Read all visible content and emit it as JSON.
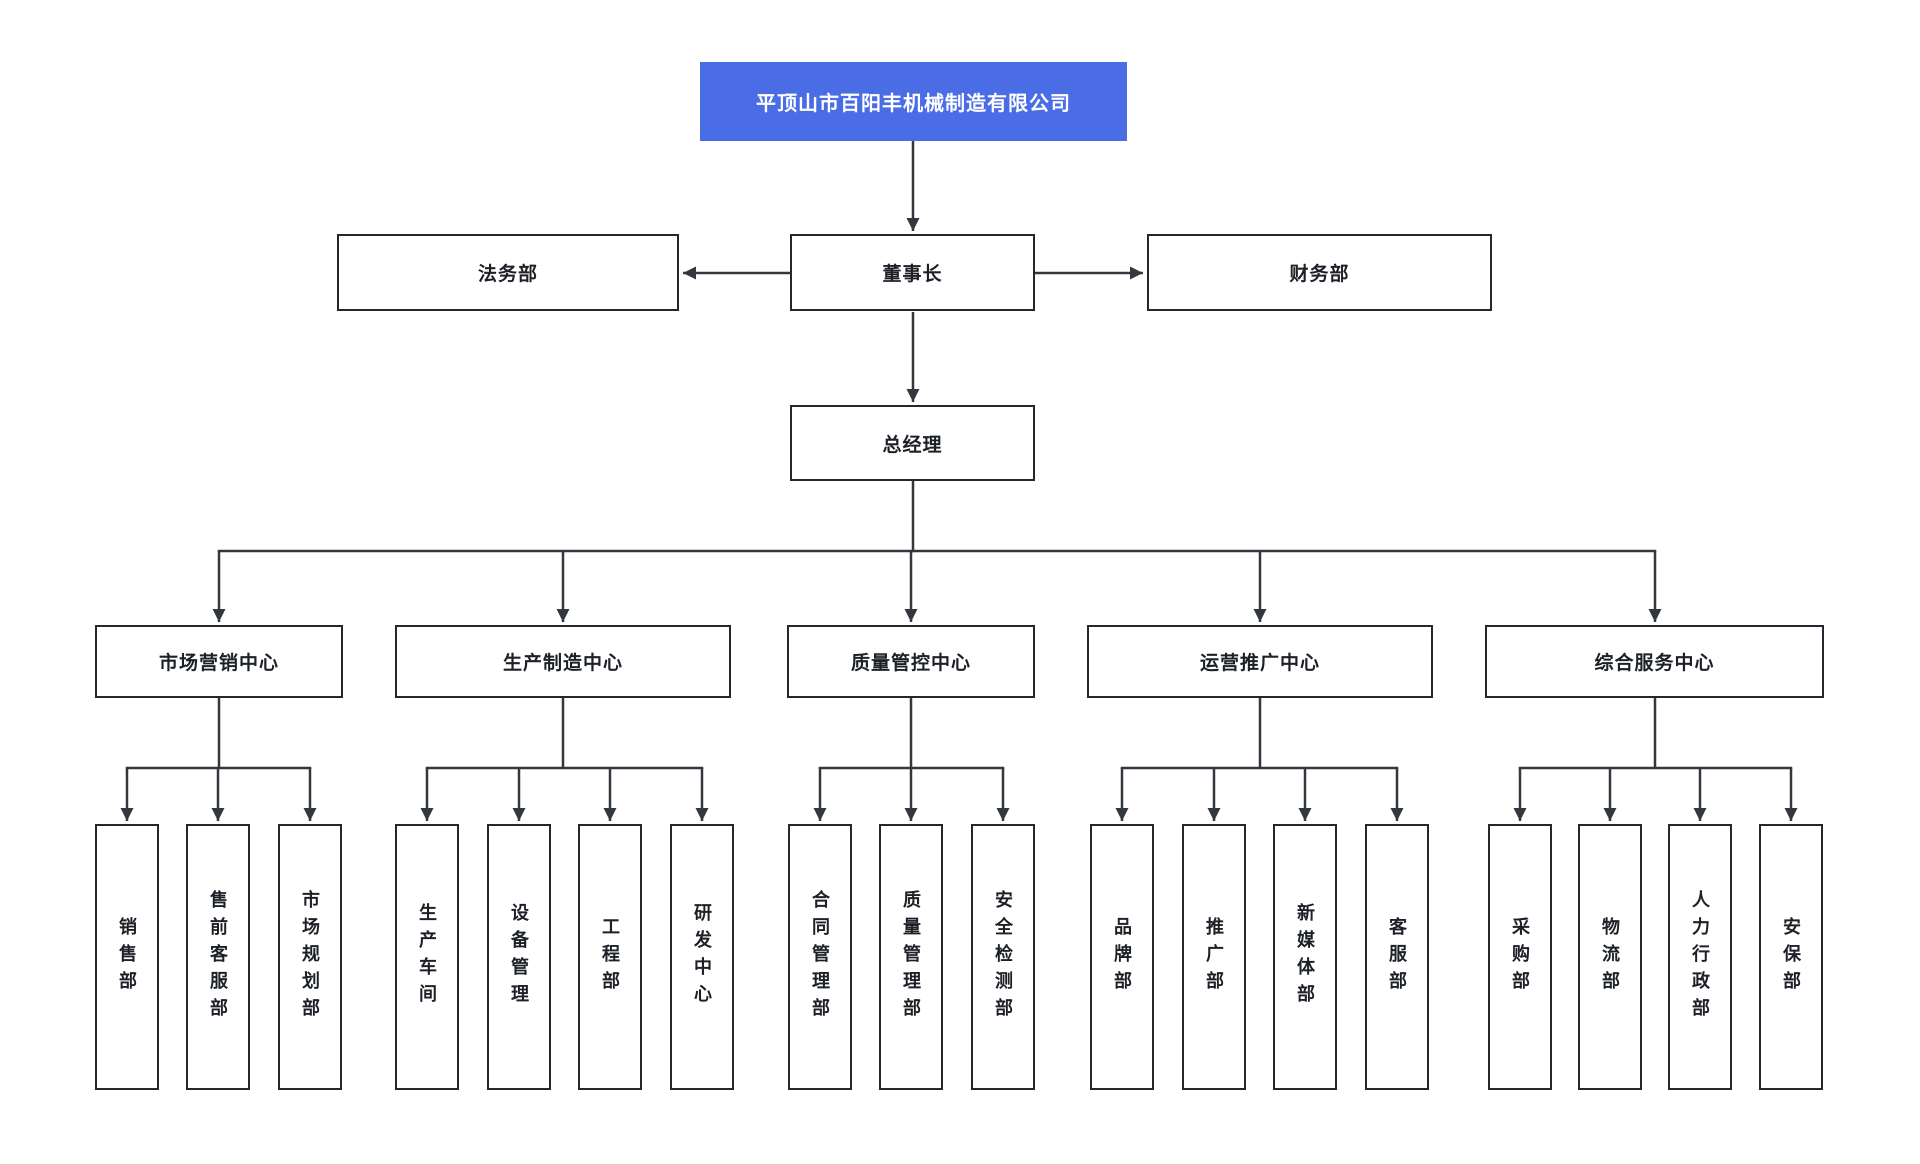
{
  "accent_color": "#4a6ce4",
  "line_color": "#33383f",
  "org": {
    "company": "平顶山市百阳丰机械制造有限公司",
    "chairman": "董事长",
    "advisors": {
      "legal": "法务部",
      "finance": "财务部"
    },
    "general_manager": "总经理",
    "centers": [
      {
        "label": "市场营销中心",
        "departments": [
          "销售部",
          "售前客服部",
          "市场规划部"
        ]
      },
      {
        "label": "生产制造中心",
        "departments": [
          "生产车间",
          "设备管理",
          "工程部",
          "研发中心"
        ]
      },
      {
        "label": "质量管控中心",
        "departments": [
          "合同管理部",
          "质量管理部",
          "安全检测部"
        ]
      },
      {
        "label": "运营推广中心",
        "departments": [
          "品牌部",
          "推广部",
          "新媒体部",
          "客服部"
        ]
      },
      {
        "label": "综合服务中心",
        "departments": [
          "采购部",
          "物流部",
          "人力行政部",
          "安保部"
        ]
      }
    ]
  }
}
